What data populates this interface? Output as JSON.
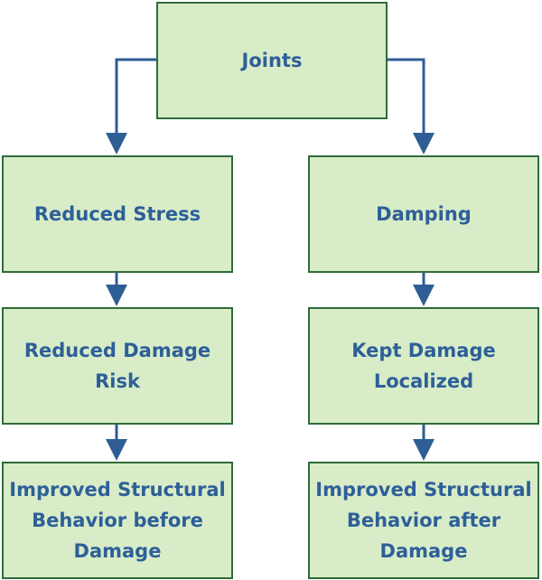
{
  "colors": {
    "box_fill": "#d8ecc8",
    "box_border": "#2f6b3a",
    "text": "#2d5f98",
    "connector": "#2e5e95"
  },
  "nodes": {
    "root": {
      "label": "Joints"
    },
    "left_1": {
      "label": "Reduced Stress"
    },
    "right_1": {
      "label": "Damping"
    },
    "left_2": {
      "label": "Reduced Damage Risk"
    },
    "right_2": {
      "label": "Kept Damage Localized"
    },
    "left_3": {
      "label": "Improved Structural Behavior before Damage"
    },
    "right_3": {
      "label": "Improved Structural Behavior after Damage"
    }
  }
}
